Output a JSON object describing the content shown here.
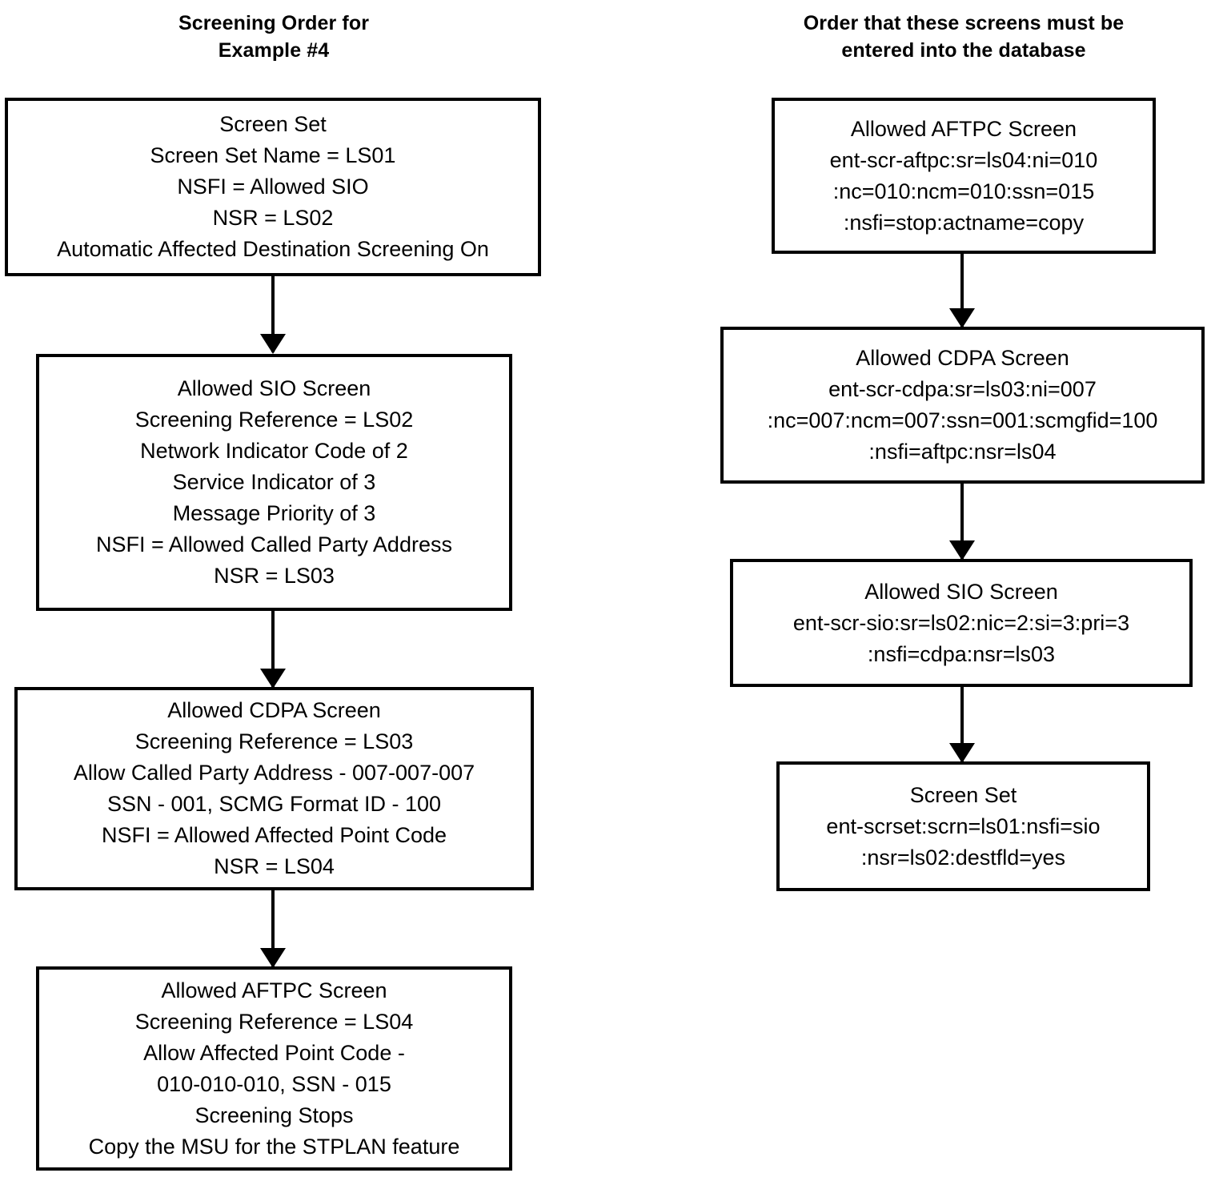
{
  "columns": {
    "left": {
      "title": "Screening Order for\nExample #4",
      "nodes": [
        {
          "name": "screen-set",
          "text": "Screen Set\nScreen Set Name = LS01\nNSFI = Allowed SIO\nNSR = LS02\nAutomatic Affected Destination Screening On"
        },
        {
          "name": "allowed-sio-screen",
          "text": "Allowed SIO Screen\nScreening Reference = LS02\nNetwork Indicator Code of  2\nService Indicator of 3\nMessage Priority of 3\nNSFI = Allowed Called Party Address\nNSR = LS03"
        },
        {
          "name": "allowed-cdpa-screen",
          "text": "Allowed CDPA Screen\nScreening Reference = LS03\nAllow Called Party Address - 007-007-007\nSSN - 001, SCMG Format ID - 100\nNSFI = Allowed Affected Point Code\nNSR = LS04"
        },
        {
          "name": "allowed-aftpc-screen",
          "text": "Allowed AFTPC Screen\nScreening Reference = LS04\nAllow Affected Point Code -\n010-010-010, SSN - 015\nScreening Stops\nCopy the MSU for the STPLAN feature"
        }
      ]
    },
    "right": {
      "title": "Order that these screens must be\nentered into the database",
      "nodes": [
        {
          "name": "allowed-aftpc-screen-command",
          "text": "Allowed AFTPC Screen\nent-scr-aftpc:sr=ls04:ni=010\n:nc=010:ncm=010:ssn=015\n:nsfi=stop:actname=copy"
        },
        {
          "name": "allowed-cdpa-screen-command",
          "text": "Allowed CDPA Screen\nent-scr-cdpa:sr=ls03:ni=007\n:nc=007:ncm=007:ssn=001:scmgfid=100\n:nsfi=aftpc:nsr=ls04"
        },
        {
          "name": "allowed-sio-screen-command",
          "text": "Allowed SIO Screen\nent-scr-sio:sr=ls02:nic=2:si=3:pri=3\n:nsfi=cdpa:nsr=ls03"
        },
        {
          "name": "screen-set-command",
          "text": "Screen Set\nent-scrset:scrn=ls01:nsfi=sio\n:nsr=ls02:destfld=yes"
        }
      ]
    }
  },
  "colors": {
    "background": "#ffffff",
    "stroke": "#000000",
    "text": "#000000"
  }
}
